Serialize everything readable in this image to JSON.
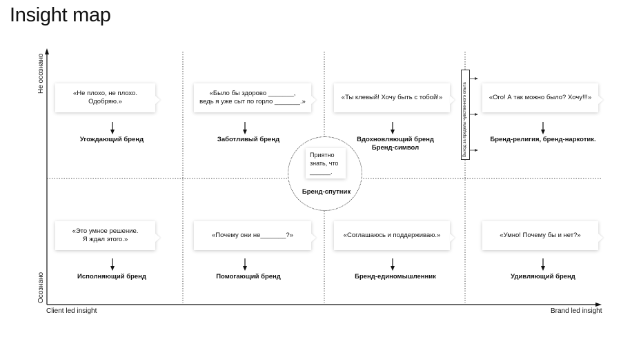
{
  "title": "Insight map",
  "axes": {
    "y_top": "Не осознано",
    "y_bottom": "Осознано",
    "x_left": "Client led insight",
    "x_right": "Brand led insight"
  },
  "beyond_label": "Выход за пределы чувственного опыта",
  "center": {
    "quote": "Приятно\nзнать, что\n______.",
    "label": "Бренд-спутник"
  },
  "cells": [
    {
      "quote": "«Не плохо, не плохо. Одобряю.»",
      "label": "Угождающий бренд"
    },
    {
      "quote": "«Было бы здорово _______,\nведь я уже сыт по горло _______.»",
      "label": "Заботливый бренд"
    },
    {
      "quote": "«Ты клевый! Хочу быть с тобой!»",
      "label": "Вдохновляющий бренд\nБренд-символ"
    },
    {
      "quote": "«Ого! А так можно было? Хочу!!!»",
      "label": "Бренд-религия, бренд-наркотик."
    },
    {
      "quote": "«Это умное решение.\nЯ ждал этого.»",
      "label": "Исполняющий бренд"
    },
    {
      "quote": "«Почему они не_______?»",
      "label": "Помогающий бренд"
    },
    {
      "quote": "«Соглашаюсь и поддерживаю.»",
      "label": "Бренд-единомышленник"
    },
    {
      "quote": "«Умно! Почему бы и нет?»",
      "label": "Удивляющий бренд"
    }
  ]
}
